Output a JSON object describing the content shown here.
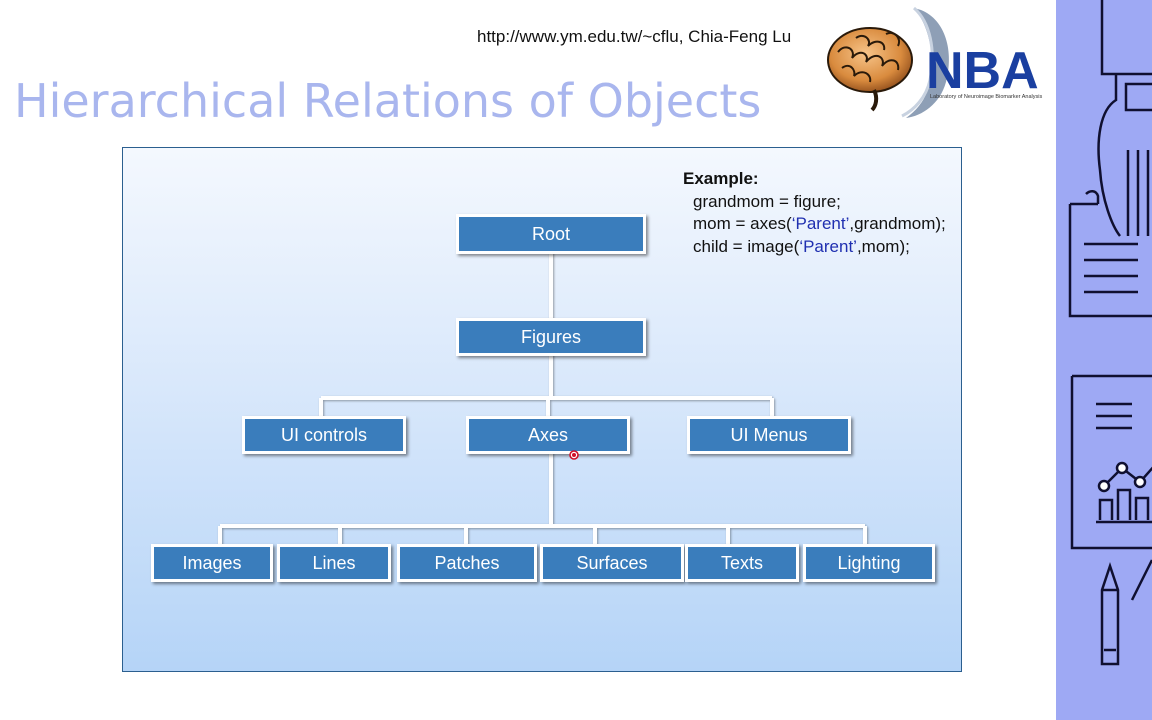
{
  "header": {
    "url_credit": "http://www.ym.edu.tw/~cflu, Chia-Feng Lu",
    "title": "Hierarchical Relations of Objects"
  },
  "logo": {
    "text": "NBA",
    "subtitle": "Laboratory of Neuroimage Biomarker Analysis"
  },
  "diagram": {
    "root": "Root",
    "figures": "Figures",
    "level2": [
      "UI controls",
      "Axes",
      "UI Menus"
    ],
    "level3": [
      "Images",
      "Lines",
      "Patches",
      "Surfaces",
      "Texts",
      "Lighting"
    ]
  },
  "example": {
    "heading": "Example:",
    "line1": "grandmom = figure;",
    "line2_pre": "mom = axes(",
    "line2_str": "‘Parent’",
    "line2_post": ",grandmom);",
    "line3_pre": "child = image(",
    "line3_str": "‘Parent’",
    "line3_post": ",mom);"
  },
  "colors": {
    "node_fill": "#3a7dbc",
    "title": "#a9b6ee",
    "sidebar": "#9ea9f4"
  }
}
